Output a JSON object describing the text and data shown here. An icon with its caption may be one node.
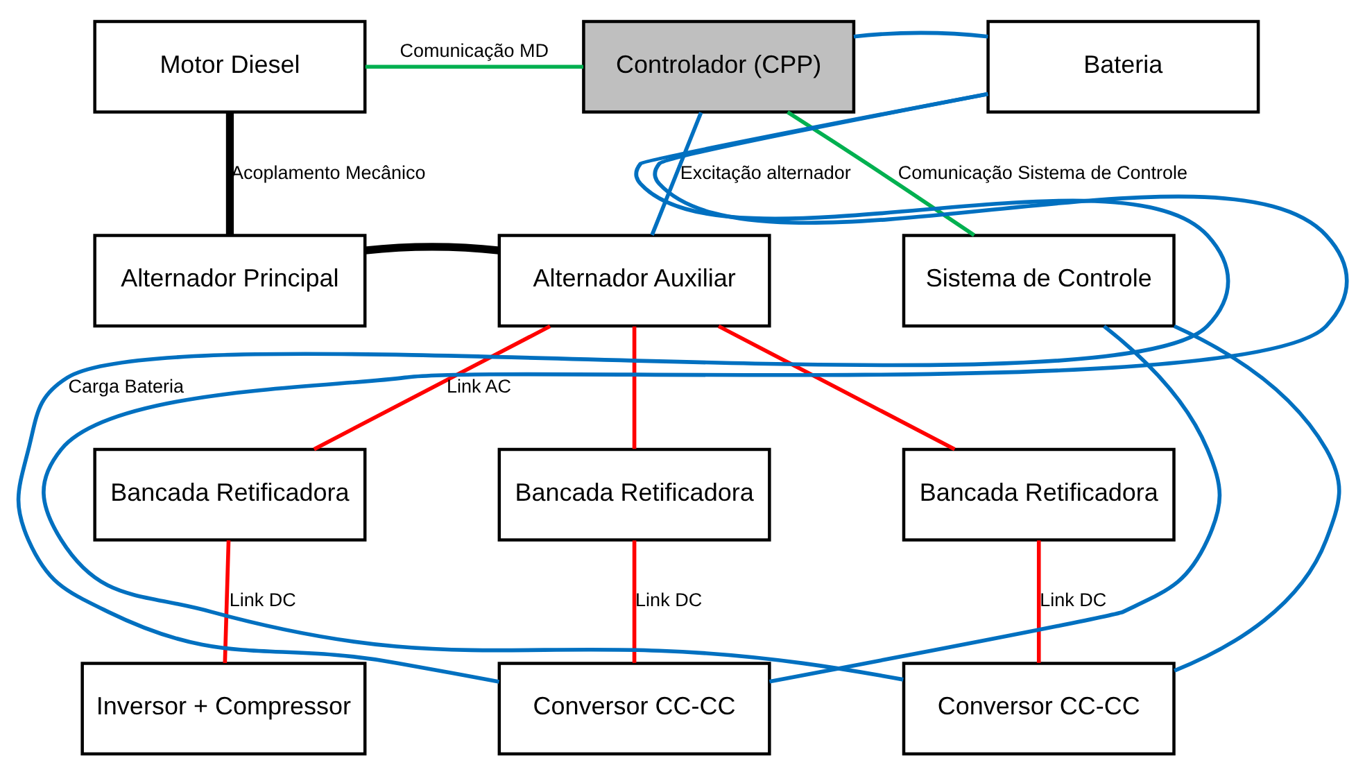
{
  "diagram": {
    "nodes": [
      {
        "text": [
          "Motor Diesel"
        ]
      },
      {
        "text": [
          "Controlador (CPP)"
        ]
      },
      {
        "text": [
          "Bateria"
        ]
      },
      {
        "text": [
          "Alternador Principal"
        ]
      },
      {
        "text": [
          "Alternador Auxiliar"
        ]
      },
      {
        "text": [
          "Sistema de Controle"
        ]
      },
      {
        "text": [
          "Bancada Retificadora"
        ]
      },
      {
        "text": [
          "Bancada Retificadora"
        ]
      },
      {
        "text": [
          "Bancada Retificadora"
        ]
      },
      {
        "text": [
          "Inversor + Compressor"
        ]
      },
      {
        "text": [
          "Conversor CC-CC"
        ]
      },
      {
        "text": [
          "Conversor CC-CC"
        ]
      }
    ],
    "edges": [
      {
        "from": 0,
        "to": 1,
        "arrow": "none",
        "label": "Comunicação MD",
        "color": "#00b050"
      },
      {
        "from": 1,
        "to": 2,
        "arrow": "none",
        "color": "#0070c0"
      },
      {
        "from": 0,
        "to": 3,
        "arrow": "none",
        "label": "Acoplamento Mecânico",
        "style": "thick",
        "color": "#000000"
      },
      {
        "from": 1,
        "to": 4,
        "arrow": "none",
        "label": "Excitação alternador",
        "color": "#0070c0"
      },
      {
        "from": 1,
        "to": 5,
        "arrow": "none",
        "label": "Comunicação Sistema de Controle",
        "color": "#00b050"
      },
      {
        "from": 3,
        "to": 4,
        "arrow": "none",
        "style": "thick",
        "color": "#000000"
      },
      {
        "from": 4,
        "to": 6,
        "arrow": "none",
        "label": "Link AC",
        "color": "#ff0000"
      },
      {
        "from": 4,
        "to": 7,
        "arrow": "none",
        "color": "#ff0000"
      },
      {
        "from": 4,
        "to": 8,
        "arrow": "none",
        "color": "#ff0000"
      },
      {
        "from": 6,
        "to": 9,
        "arrow": "none",
        "label": "Link DC",
        "color": "#ff0000"
      },
      {
        "from": 7,
        "to": 10,
        "arrow": "none",
        "label": "Link DC",
        "color": "#ff0000"
      },
      {
        "from": 8,
        "to": 11,
        "arrow": "none",
        "label": "Link DC",
        "color": "#ff0000"
      },
      {
        "from": 10,
        "to": 2,
        "arrow": "none",
        "label": "Carga Bateria",
        "color": "#0070c0"
      },
      {
        "from": 11,
        "to": 2,
        "arrow": "none",
        "color": "#0070c0"
      },
      {
        "from": 10,
        "to": 5,
        "arrow": "none",
        "color": "#0070c0"
      },
      {
        "from": 11,
        "to": 5,
        "arrow": "none",
        "color": "#0070c0"
      }
    ]
  }
}
